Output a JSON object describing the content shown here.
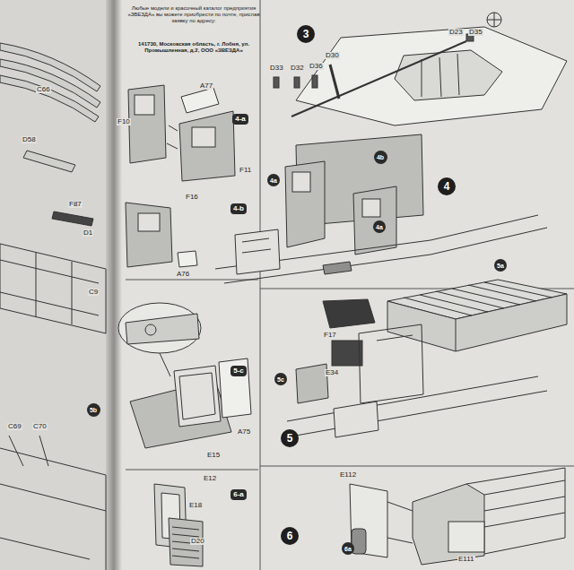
{
  "diagram": {
    "nodes": [
      {
        "text": [
          "3"
        ]
      },
      {
        "text": [
          "4-a"
        ]
      },
      {
        "text": [
          "4-b"
        ]
      },
      {
        "text": [
          "4"
        ]
      },
      {
        "text": [
          "4b"
        ]
      },
      {
        "text": [
          "4a"
        ]
      },
      {
        "text": [
          "4a"
        ]
      },
      {
        "text": [
          "5-c"
        ]
      },
      {
        "text": [
          "5a"
        ]
      },
      {
        "text": [
          "5c"
        ]
      },
      {
        "text": [
          "5"
        ]
      },
      {
        "text": [
          "6-a"
        ]
      },
      {
        "text": [
          "6"
        ]
      },
      {
        "text": [
          "6a"
        ]
      },
      {
        "text": [
          "5b"
        ]
      }
    ],
    "labels": [
      "Любые модели и красочный каталог предприятия «ЗВЕЗДА» вы можете приобрести по почте, прислав заявку по адресу:",
      "141730, Московская область, г. Лобня, ул. Промышленная, д.2, ООО «ЗВЕЗДА»",
      "C66",
      "D58",
      "F87",
      "D1",
      "C9",
      "C69",
      "C70",
      "D33",
      "D32",
      "D36",
      "D30",
      "D23",
      "D35",
      "A77",
      "F10",
      "F11",
      "F16",
      "A76",
      "A75",
      "E15",
      "E12",
      "E18",
      "D20",
      "F17",
      "E34",
      "E112",
      "E111"
    ]
  }
}
